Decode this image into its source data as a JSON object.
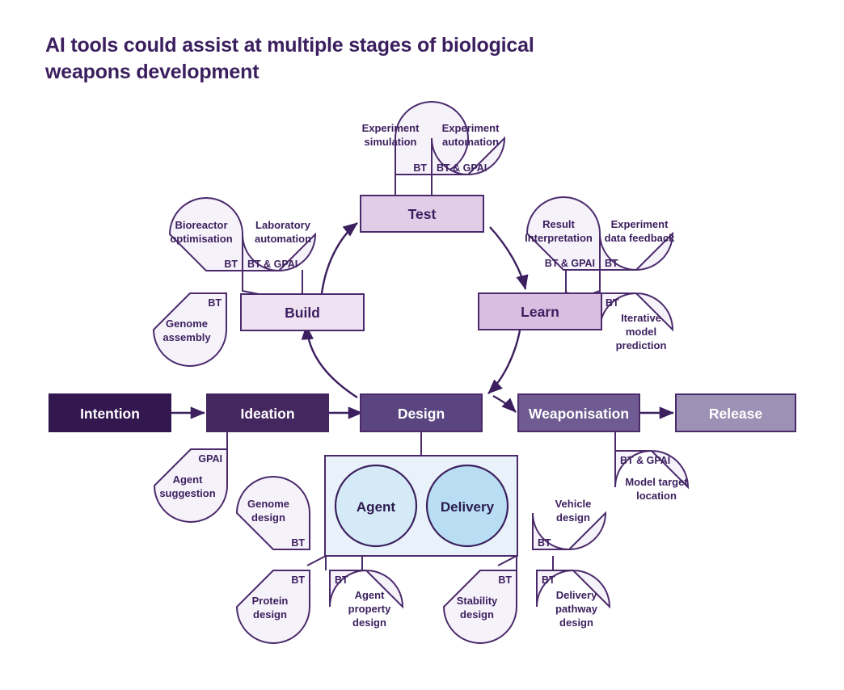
{
  "title": "AI tools could assist at multiple stages of biological weapons development",
  "colors": {
    "stroke": "#4a2a6b",
    "text_dark": "#3b1f5e",
    "bubble_fill": "#f6f2fa",
    "intention": "#33174f",
    "ideation": "#44275f",
    "design": "#5b4580",
    "weaponisation": "#6f5b91",
    "release": "#9d91b5",
    "test": "#e2cde8",
    "build": "#efe2f2",
    "learn": "#dcbde2",
    "core_box": "#e9f2fb",
    "agent_circle": "#d5eaf7",
    "delivery_circle": "#b9def3",
    "box_text_light": "#ffffff"
  },
  "pipeline": {
    "name": "biological-weapons-pipeline",
    "stages": [
      {
        "id": "intention",
        "label": "Intention",
        "fill_key": "intention",
        "text": "light"
      },
      {
        "id": "ideation",
        "label": "Ideation",
        "fill_key": "ideation",
        "text": "light"
      },
      {
        "id": "design",
        "label": "Design",
        "fill_key": "design",
        "text": "light"
      },
      {
        "id": "weaponisation",
        "label": "Weaponisation",
        "fill_key": "weaponisation",
        "text": "light"
      },
      {
        "id": "release",
        "label": "Release",
        "fill_key": "release",
        "text": "light"
      }
    ]
  },
  "dbtl_cycle": {
    "name": "design-build-test-learn-cycle",
    "stages": [
      {
        "id": "build",
        "label": "Build",
        "fill_key": "build",
        "text": "dark"
      },
      {
        "id": "test",
        "label": "Test",
        "fill_key": "test",
        "text": "dark"
      },
      {
        "id": "learn",
        "label": "Learn",
        "fill_key": "learn",
        "text": "dark"
      }
    ]
  },
  "core_components": {
    "name": "agent-delivery-core",
    "items": [
      {
        "id": "agent",
        "label": "Agent",
        "fill_key": "agent_circle"
      },
      {
        "id": "delivery",
        "label": "Delivery",
        "fill_key": "delivery_circle"
      }
    ]
  },
  "capability_bubbles": [
    {
      "id": "experiment-simulation",
      "lines": [
        "Experiment",
        "simulation"
      ],
      "tag": "BT",
      "tag_pos": "bottom-right",
      "attached_to": "test"
    },
    {
      "id": "experiment-automation",
      "lines": [
        "Experiment",
        "automation"
      ],
      "tag": "BT & GPAI",
      "tag_pos": "bottom-left",
      "attached_to": "test"
    },
    {
      "id": "bioreactor-optimisation",
      "lines": [
        "Bioreactor",
        "optimisation"
      ],
      "tag": "BT",
      "tag_pos": "bottom-right",
      "attached_to": "build"
    },
    {
      "id": "laboratory-automation",
      "lines": [
        "Laboratory",
        "automation"
      ],
      "tag": "BT & GPAI",
      "tag_pos": "bottom-left",
      "attached_to": "build"
    },
    {
      "id": "genome-assembly",
      "lines": [
        "Genome",
        "assembly"
      ],
      "tag": "BT",
      "tag_pos": "top-right",
      "attached_to": "build"
    },
    {
      "id": "result-interpretation",
      "lines": [
        "Result",
        "Interpretation"
      ],
      "tag": "BT & GPAI",
      "tag_pos": "bottom-right",
      "attached_to": "learn"
    },
    {
      "id": "experiment-data-feedback",
      "lines": [
        "Experiment",
        "data feedback"
      ],
      "tag": "BT",
      "tag_pos": "bottom-left",
      "attached_to": "learn"
    },
    {
      "id": "iterative-model-prediction",
      "lines": [
        "Iterative",
        "model",
        "prediction"
      ],
      "tag": "BT",
      "tag_pos": "top-left",
      "attached_to": "learn"
    },
    {
      "id": "agent-suggestion",
      "lines": [
        "Agent",
        "suggestion"
      ],
      "tag": "GPAI",
      "tag_pos": "top-right",
      "attached_to": "ideation"
    },
    {
      "id": "genome-design",
      "lines": [
        "Genome",
        "design"
      ],
      "tag": "BT",
      "tag_pos": "bottom-right",
      "attached_to": "core-box"
    },
    {
      "id": "vehicle-design",
      "lines": [
        "Vehicle",
        "design"
      ],
      "tag": "BT",
      "tag_pos": "bottom-left",
      "attached_to": "core-box"
    },
    {
      "id": "protein-design",
      "lines": [
        "Protein",
        "design"
      ],
      "tag": "BT",
      "tag_pos": "top-right",
      "attached_to": "core-box"
    },
    {
      "id": "agent-property-design",
      "lines": [
        "Agent",
        "property",
        "design"
      ],
      "tag": "BT",
      "tag_pos": "top-left",
      "attached_to": "core-box"
    },
    {
      "id": "stability-design",
      "lines": [
        "Stability",
        "design"
      ],
      "tag": "BT",
      "tag_pos": "top-right",
      "attached_to": "core-box"
    },
    {
      "id": "delivery-pathway-design",
      "lines": [
        "Delivery",
        "pathway",
        "design"
      ],
      "tag": "BT",
      "tag_pos": "top-left",
      "attached_to": "core-box"
    },
    {
      "id": "model-target-location",
      "lines": [
        "Model target",
        "location"
      ],
      "tag": "BT & GPAI",
      "tag_pos": "top-left",
      "attached_to": "weaponisation"
    }
  ],
  "legend_keys": [
    "BT",
    "GPAI",
    "BT & GPAI"
  ]
}
